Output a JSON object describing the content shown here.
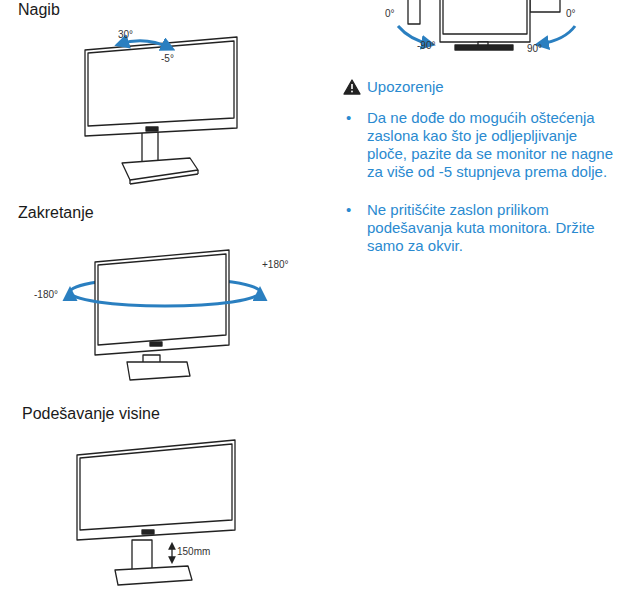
{
  "diagram": {
    "labels": [
      "Nagib",
      "30°",
      "-5°",
      "Zakretanje",
      "+180°",
      "-180°",
      "Podešavanje visine",
      "150mm",
      "0°",
      "-90°",
      "0°",
      "90°",
      "Upozorenje",
      "•",
      "Da ne dođe do mogućih oštećenja zaslona kao što je odljepljivanje ploče, pazite da se monitor ne nagne za više od -5 stupnjeva prema dolje.",
      "•",
      "Ne pritišćite zaslon prilikom podešavanja kuta monitora. Držite samo za okvir."
    ]
  }
}
